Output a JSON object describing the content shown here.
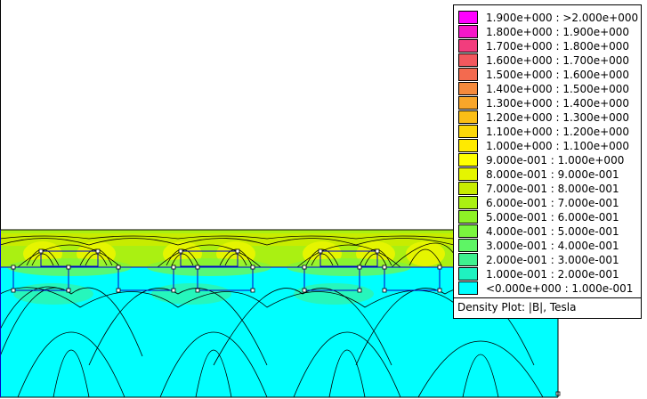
{
  "legend": {
    "caption": "Density Plot: |B|, Tesla",
    "entries": [
      {
        "label": "1.900e+000 : >2.000e+000",
        "color": "#ff00ff"
      },
      {
        "label": "1.800e+000 : 1.900e+000",
        "color": "#f516c8"
      },
      {
        "label": "1.700e+000 : 1.800e+000",
        "color": "#f23d7d"
      },
      {
        "label": "1.600e+000 : 1.700e+000",
        "color": "#f2585e"
      },
      {
        "label": "1.500e+000 : 1.600e+000",
        "color": "#f36a4f"
      },
      {
        "label": "1.400e+000 : 1.500e+000",
        "color": "#f58a3c"
      },
      {
        "label": "1.300e+000 : 1.400e+000",
        "color": "#f8a62a"
      },
      {
        "label": "1.200e+000 : 1.300e+000",
        "color": "#fbbe16"
      },
      {
        "label": "1.100e+000 : 1.200e+000",
        "color": "#fdd808"
      },
      {
        "label": "1.000e+000 : 1.100e+000",
        "color": "#ffea00"
      },
      {
        "label": "9.000e-001 : 1.000e+000",
        "color": "#ffff00"
      },
      {
        "label": "8.000e-001 : 9.000e-001",
        "color": "#e5f500"
      },
      {
        "label": "7.000e-001 : 8.000e-001",
        "color": "#c8ec00"
      },
      {
        "label": "6.000e-001 : 7.000e-001",
        "color": "#aaf012"
      },
      {
        "label": "5.000e-001 : 6.000e-001",
        "color": "#8ef226"
      },
      {
        "label": "4.000e-001 : 5.000e-001",
        "color": "#7af53e"
      },
      {
        "label": "3.000e-001 : 4.000e-001",
        "color": "#5ef565"
      },
      {
        "label": "2.000e-001 : 3.000e-001",
        "color": "#3ff08f"
      },
      {
        "label": "1.000e-001 : 2.000e-001",
        "color": "#1ff2c0"
      },
      {
        "label": "<0.000e+000 : 1.000e-001",
        "color": "#00ffff"
      }
    ]
  },
  "colors": {
    "background": "#ffffff",
    "field_low": "#00ffff",
    "field_mid": "#8ef226",
    "field_band": "#c8ec00",
    "outline": "#000000",
    "boundary": "#0000cc"
  }
}
